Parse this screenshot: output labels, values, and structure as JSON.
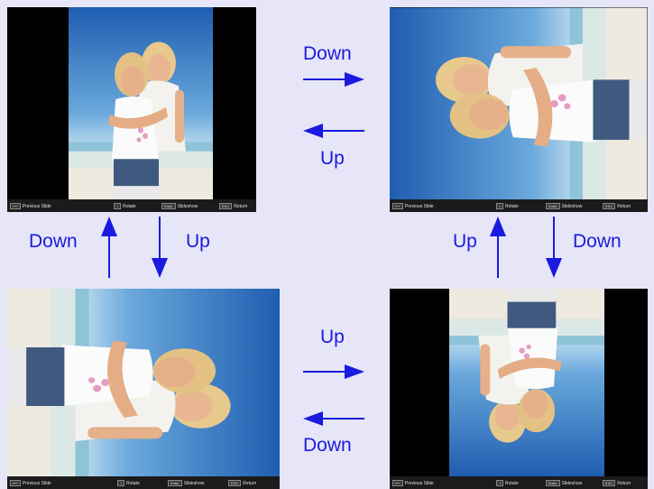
{
  "screens": [
    {
      "rotation": 0
    },
    {
      "rotation": 270
    },
    {
      "rotation": 90
    },
    {
      "rotation": 180
    }
  ],
  "statusbar": {
    "prev_key": "⟵",
    "prev_label": "Previous Slide",
    "rotate_key": "↕",
    "rotate_label": "Rotate",
    "slideshow_key": "Enter",
    "slideshow_label": "Slideshow",
    "return_key": "ESC",
    "return_label": "Return"
  },
  "arrows": {
    "top_right_label": "Down",
    "top_left_label": "Up",
    "left_up_label": "Down",
    "left_down_label": "Up",
    "right_up_label": "Up",
    "right_down_label": "Down",
    "bottom_right_label": "Up",
    "bottom_left_label": "Down"
  },
  "colors": {
    "arrow": "#1a1ae0",
    "background": "#e6e6f8"
  }
}
